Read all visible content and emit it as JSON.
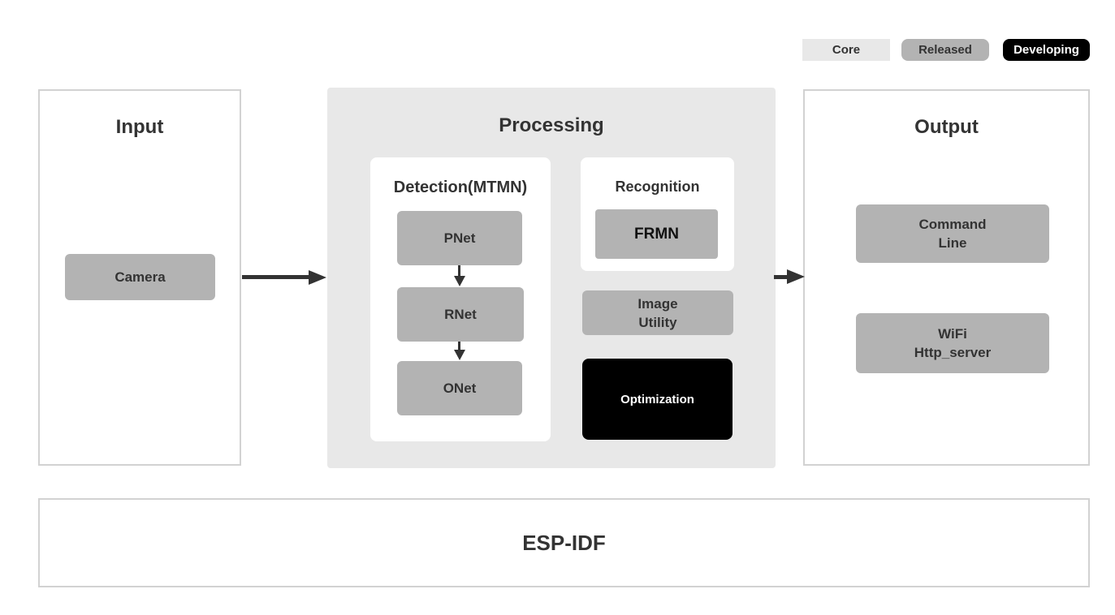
{
  "legend": {
    "items": [
      {
        "label": "Core",
        "status": "core",
        "color": "#e8e8e8",
        "text_color": "#333333"
      },
      {
        "label": "Released",
        "status": "released",
        "color": "#b3b3b3",
        "text_color": "#333333"
      },
      {
        "label": "Developing",
        "status": "developing",
        "color": "#000000",
        "text_color": "#ffffff"
      }
    ]
  },
  "input_panel": {
    "title": "Input",
    "camera_label": "Camera",
    "camera_status": "released"
  },
  "processing_panel": {
    "title": "Processing",
    "status": "core",
    "detection": {
      "title": "Detection(MTMN)",
      "nodes": [
        "PNet",
        "RNet",
        "ONet"
      ],
      "nodes_status": "released"
    },
    "recognition": {
      "title": "Recognition",
      "nodes": [
        "FRMN"
      ],
      "nodes_status": "released"
    },
    "image_utility_label": "Image\nUtility",
    "image_utility_status": "released",
    "optimization_label": "Optimization",
    "optimization_status": "developing"
  },
  "output_panel": {
    "title": "Output",
    "command_line_label": "Command\nLine",
    "command_line_status": "released",
    "wifi_label": "WiFi\nHttp_server",
    "wifi_status": "released"
  },
  "foundation_panel": {
    "title": "ESP-IDF"
  },
  "connections": [
    "Camera -> Processing",
    "PNet -> RNet",
    "RNet -> ONet",
    "Processing -> Output"
  ],
  "colors": {
    "core_fill": "#e8e8e8",
    "released_fill": "#b3b3b3",
    "developing_fill": "#000000",
    "panel_border": "#d2d2d2",
    "text": "#333333",
    "arrow": "#333333"
  }
}
